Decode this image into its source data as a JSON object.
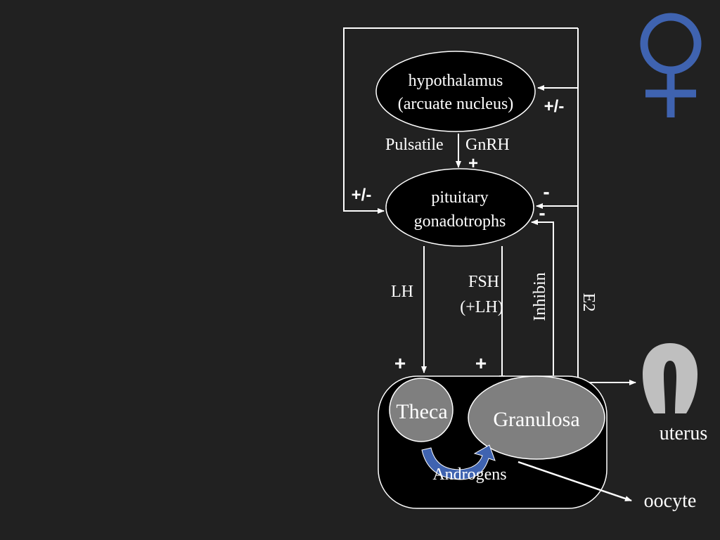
{
  "nodes": {
    "hypothalamus": {
      "line1": "hypothalamus",
      "line2": "(arcuate nucleus)"
    },
    "pituitary": {
      "line1": "pituitary",
      "line2": "gonadotrophs"
    },
    "theca": "Theca",
    "granulosa": "Granulosa"
  },
  "labels": {
    "pulsatile": "Pulsatile",
    "gnrh": "GnRH",
    "lh": "LH",
    "fsh_line1": "FSH",
    "fsh_line2": "(+LH)",
    "inhibin": "Inhibin",
    "e2": "E2",
    "androgens": "Androgens",
    "uterus": "uterus",
    "oocyte": "oocyte"
  },
  "signs": {
    "e2_to_hypothalamus": "+/-",
    "gnrh_to_pituitary": "+",
    "loop_to_pituitary": "+/-",
    "e2_to_pituitary": "-",
    "inhibin_to_pituitary": "-",
    "lh_to_theca": "+",
    "fsh_to_granulosa": "+"
  },
  "icons": {
    "female_symbol": "female-symbol-icon",
    "uterus": "uterus-icon",
    "androgen_arrow": "curved-arrow-icon"
  },
  "colors": {
    "background": "#212121",
    "lines": "#ffffff",
    "node_fill": "#000000",
    "cell_fill": "#7f7f7f",
    "accent_blue": "#3f63b0",
    "uterus_fill": "#bfbfbf"
  }
}
